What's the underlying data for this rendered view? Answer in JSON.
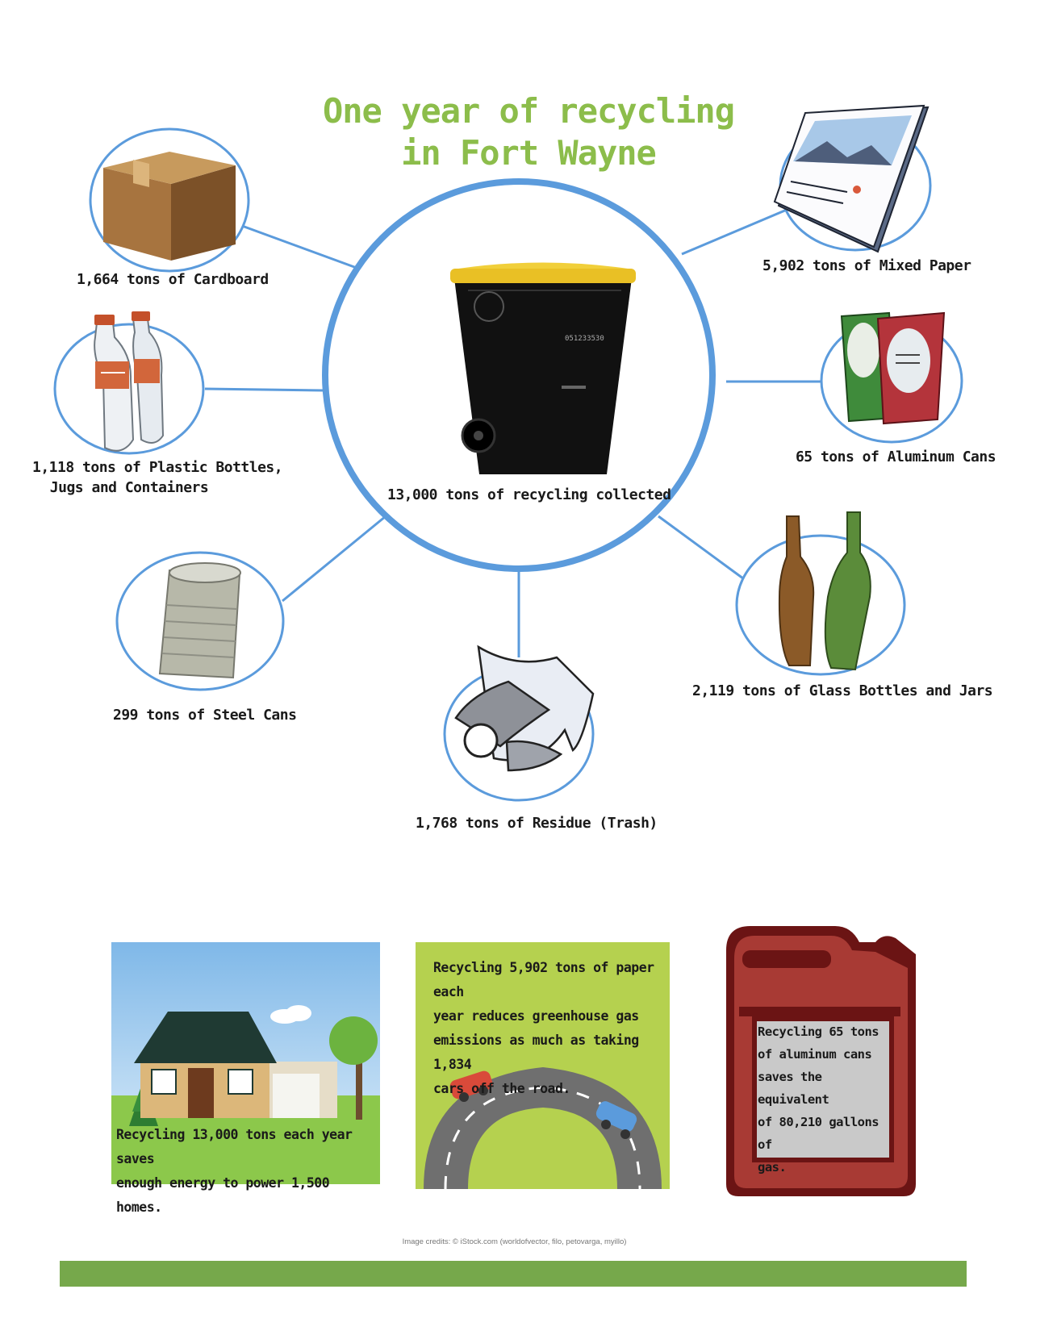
{
  "title": {
    "line1": "One year of recycling",
    "line2": "in Fort Wayne"
  },
  "center": {
    "label": "13,000 tons of recycling collected",
    "bin_id": "051233530"
  },
  "materials": {
    "cardboard": "1,664 tons of Cardboard",
    "plastic_line1": "1,118 tons of Plastic Bottles,",
    "plastic_line2": "Jugs and Containers",
    "steel": "299 tons of Steel Cans",
    "residue": "1,768 tons of Residue (Trash)",
    "glass": "2,119 tons of Glass Bottles and Jars",
    "aluminum": "65 tons of Aluminum Cans",
    "paper": "5,902 tons of Mixed Paper"
  },
  "panels": {
    "energy_line1": "Recycling 13,000 tons each year saves",
    "energy_line2": "enough energy to power 1,500 homes.",
    "paper_line1": "Recycling 5,902 tons of paper each",
    "paper_line2": "year reduces greenhouse gas",
    "paper_line3": "emissions as much as taking 1,834",
    "paper_line4": "cars off the road.",
    "gas_line1": "Recycling 65 tons",
    "gas_line2": "of aluminum cans",
    "gas_line3": "saves the equivalent",
    "gas_line4": "of 80,210 gallons of",
    "gas_line5": "gas."
  },
  "credits": "Image credits: © iStock.com (worldofvector, filo, petovarga, myillo)",
  "colors": {
    "title_green": "#8cbd4b",
    "circle_blue": "#5b9bdc",
    "footer_green": "#76a84b"
  },
  "icons": [
    "cardboard-box-icon",
    "plastic-bottles-icon",
    "steel-can-icon",
    "trash-bag-icon",
    "glass-bottles-icon",
    "aluminum-cans-icon",
    "magazine-icon",
    "recycling-cart-icon"
  ]
}
